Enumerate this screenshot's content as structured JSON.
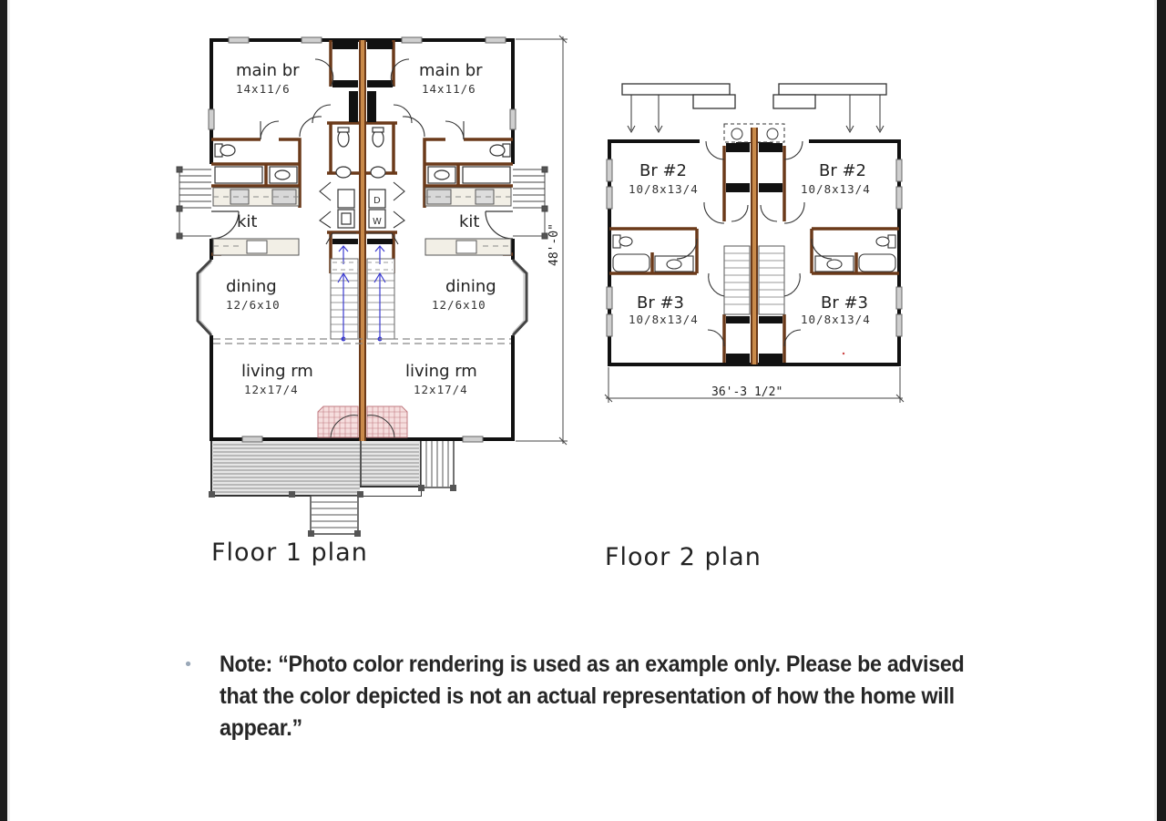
{
  "document": {
    "type": "floor plan page",
    "colors": {
      "wall": "#111111",
      "party_wall": "#6b3a1a",
      "stair_arrow": "#3a3ad0",
      "hearth": "#d89aa0",
      "deck": "#bfbfbf",
      "note_bullet": "#9aa8b8",
      "note_text": "#262626"
    }
  },
  "floor1": {
    "title": "Floor 1 plan",
    "overall_depth": "48'-0\"",
    "rooms": {
      "main_br_left": {
        "name": "main br",
        "dims": "14x11/6"
      },
      "main_br_right": {
        "name": "main br",
        "dims": "14x11/6"
      },
      "kit_left": {
        "name": "kit"
      },
      "kit_right": {
        "name": "kit"
      },
      "dining_left": {
        "name": "dining",
        "dims": "12/6x10"
      },
      "dining_right": {
        "name": "dining",
        "dims": "12/6x10"
      },
      "living_left": {
        "name": "living rm",
        "dims": "12x17/4"
      },
      "living_right": {
        "name": "living rm",
        "dims": "12x17/4"
      }
    },
    "appliance_labels": {
      "dryer": "D",
      "washer": "W"
    }
  },
  "floor2": {
    "title": "Floor 2 plan",
    "overall_width": "36'-3 1/2\"",
    "rooms": {
      "br2_left": {
        "name": "Br #2",
        "dims": "10/8x13/4"
      },
      "br2_right": {
        "name": "Br #2",
        "dims": "10/8x13/4"
      },
      "br3_left": {
        "name": "Br #3",
        "dims": "10/8x13/4"
      },
      "br3_right": {
        "name": "Br #3",
        "dims": "10/8x13/4"
      }
    }
  },
  "note": {
    "text": "Note: “Photo color rendering is used as an example only. Please be advised that the color depicted is not an actual representation of how the home will appear.”"
  }
}
